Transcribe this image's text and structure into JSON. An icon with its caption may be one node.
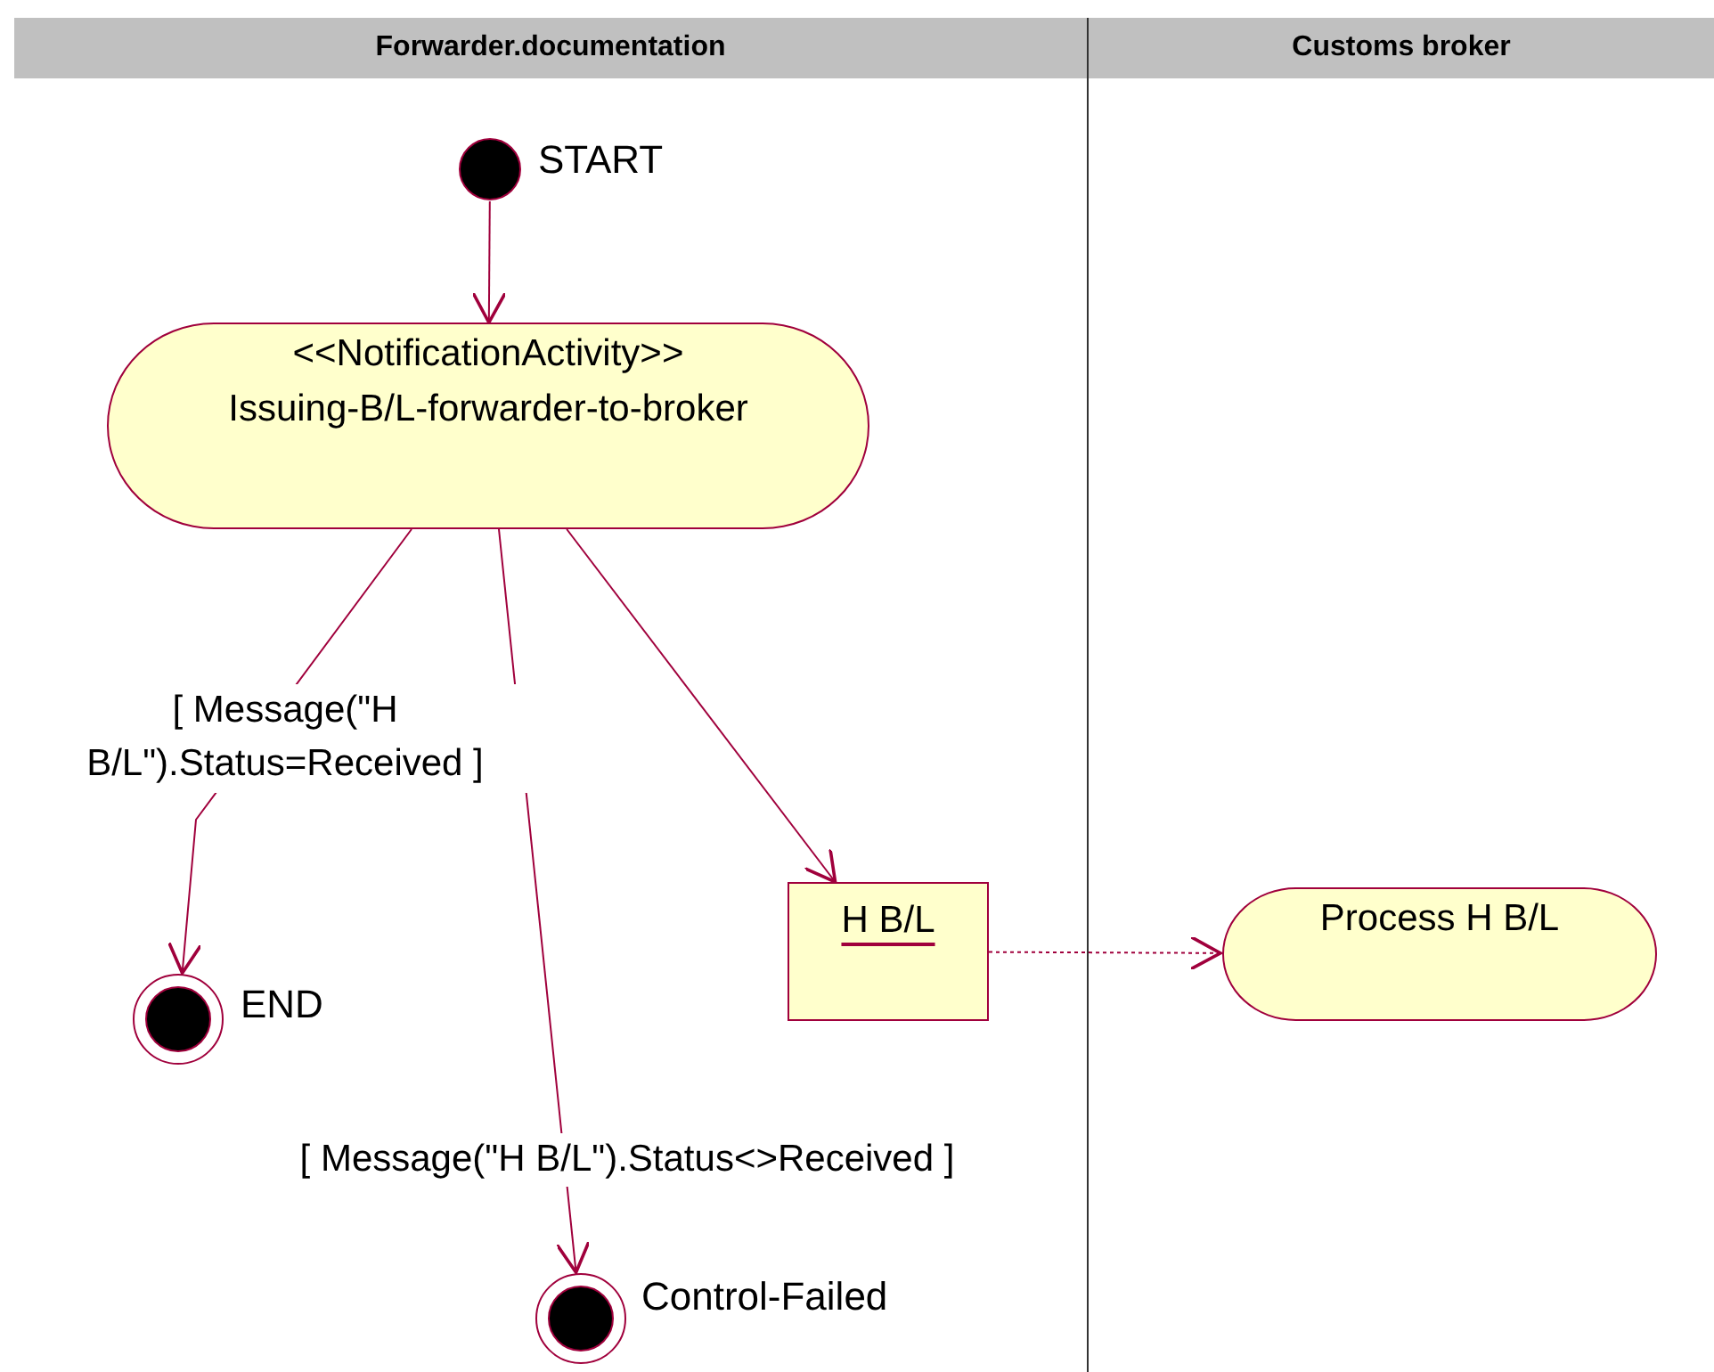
{
  "diagram": {
    "nodes": [
      {
        "text": [
          "Forwarder.documentation"
        ]
      },
      {
        "text": [
          "Customs broker"
        ]
      },
      {
        "text": [],
        "shape": "circle",
        "beside": [
          "START"
        ],
        "in": 0
      },
      {
        "text": [
          "<<NotificationActivity>>",
          "Issuing-B/L-forwarder-to-broker"
        ],
        "in": 0
      },
      {
        "text": [],
        "shape": "bullseye",
        "beside": [
          "END"
        ],
        "in": 0
      },
      {
        "text": [
          "H B/L"
        ],
        "in": 0
      },
      {
        "text": [],
        "shape": "bullseye",
        "beside": [
          "Control-Failed"
        ],
        "in": 0
      },
      {
        "text": [
          "Process H B/L"
        ],
        "in": 1
      }
    ],
    "edges": [
      {
        "from": 2,
        "to": 3,
        "arrow": "to"
      },
      {
        "from": 3,
        "to": 4,
        "arrow": "to",
        "label": "[ Message(\"H B/L\").Status=Received ]"
      },
      {
        "from": 3,
        "to": 6,
        "arrow": "to",
        "label": "[ Message(\"H B/L\").Status<>Received ]"
      },
      {
        "from": 3,
        "to": 5,
        "arrow": "to"
      },
      {
        "from": 5,
        "to": 7,
        "arrow": "to",
        "style": "dashed"
      }
    ]
  }
}
